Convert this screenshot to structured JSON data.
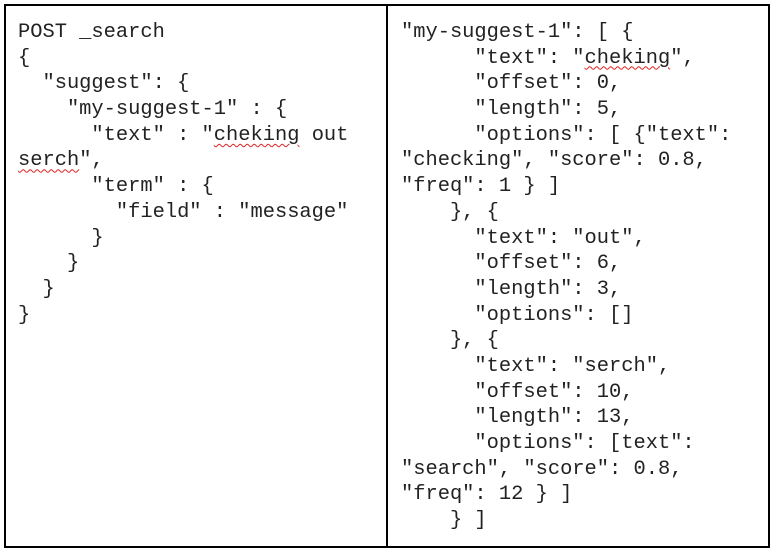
{
  "request": {
    "lines": [
      [
        {
          "t": "POST _search"
        }
      ],
      [
        {
          "t": "{"
        }
      ],
      [
        {
          "t": "  \"suggest\": {"
        }
      ],
      [
        {
          "t": "    \"my-suggest-1\" : {"
        }
      ],
      [
        {
          "t": "      \"text\" : \""
        },
        {
          "t": "cheking",
          "misspelled": true
        },
        {
          "t": " out"
        }
      ],
      [
        {
          "t": "serch",
          "misspelled": true
        },
        {
          "t": "\","
        }
      ],
      [
        {
          "t": "      \"term\" : {"
        }
      ],
      [
        {
          "t": "        \"field\" : \"message\""
        }
      ],
      [
        {
          "t": "      }"
        }
      ],
      [
        {
          "t": "    }"
        }
      ],
      [
        {
          "t": "  }"
        }
      ],
      [
        {
          "t": "}"
        }
      ]
    ]
  },
  "response": {
    "lines": [
      [
        {
          "t": "\"my-suggest-1\": [ {"
        }
      ],
      [
        {
          "t": "      \"text\": \""
        },
        {
          "t": "cheking",
          "misspelled": true
        },
        {
          "t": "\","
        }
      ],
      [
        {
          "t": "      \"offset\": 0,"
        }
      ],
      [
        {
          "t": "      \"length\": 5,"
        }
      ],
      [
        {
          "t": "      \"options\": [ {\"text\":"
        }
      ],
      [
        {
          "t": "\"checking\", \"score\": 0.8,"
        }
      ],
      [
        {
          "t": "\"freq\": 1 } ]"
        }
      ],
      [
        {
          "t": "    }, {"
        }
      ],
      [
        {
          "t": "      \"text\": \"out\","
        }
      ],
      [
        {
          "t": "      \"offset\": 6,"
        }
      ],
      [
        {
          "t": "      \"length\": 3,"
        }
      ],
      [
        {
          "t": "      \"options\": []"
        }
      ],
      [
        {
          "t": "    }, {"
        }
      ],
      [
        {
          "t": "      \"text\": \"serch\","
        }
      ],
      [
        {
          "t": "      \"offset\": 10,"
        }
      ],
      [
        {
          "t": "      \"length\": 13,"
        }
      ],
      [
        {
          "t": "      \"options\": [text\":"
        }
      ],
      [
        {
          "t": "\"search\", \"score\": 0.8,"
        }
      ],
      [
        {
          "t": "\"freq\": 12 } ]"
        }
      ],
      [
        {
          "t": "    } ]"
        }
      ]
    ]
  },
  "colors": {
    "border": "#000000",
    "text": "#222222",
    "spellcheck_underline": "#e02020"
  }
}
